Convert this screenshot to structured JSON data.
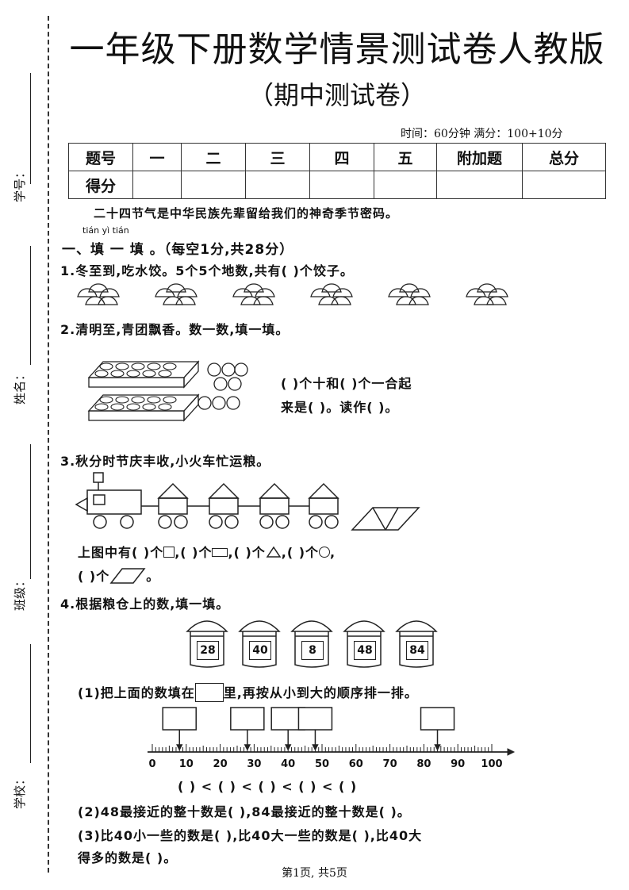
{
  "header": {
    "title": "一年级下册数学情景测试卷人教版",
    "subtitle": "（期中测试卷）",
    "time_info": "时间：60分钟  满分：100+10分"
  },
  "score_table": {
    "row1": [
      "题号",
      "一",
      "二",
      "三",
      "四",
      "五",
      "附加题",
      "总分"
    ],
    "row2": [
      "得分",
      "",
      "",
      "",
      "",
      "",
      "",
      ""
    ]
  },
  "side_labels": {
    "student_no": "学号：",
    "name": "姓名：",
    "class": "班级：",
    "school": "学校："
  },
  "intro": "二十四节气是中华民族先辈留给我们的神奇季节密码。",
  "section1": {
    "pinyin": "tián yì tián",
    "heading": "一、填 一 填 。（每空1分,共28分）"
  },
  "q1": {
    "text": "1.冬至到,吃水饺。5个5个地数,共有(      )个饺子。"
  },
  "q2": {
    "text": "2.清明至,青团飘香。数一数,填一填。",
    "line1": "(      )个十和(      )个一合起",
    "line2": "来是(      )。读作(          )。"
  },
  "q3": {
    "text": "3.秋分时节庆丰收,小火车忙运粮。",
    "line1_a": "上图中有(      )个",
    "line1_b": ",(      )个",
    "line1_c": ",(        )个",
    "line1_d": ",(        )个",
    "line1_e": ",",
    "line2_a": "(      )个",
    "line2_b": "。"
  },
  "q4": {
    "text": "4.根据粮仓上的数,填一填。",
    "granaries": [
      "28",
      "40",
      "8",
      "48",
      "84"
    ],
    "sub1_a": "(1)把上面的数填在",
    "sub1_b": "里,再按从小到大的顺序排一排。",
    "axis_labels": [
      "0",
      "10",
      "20",
      "30",
      "40",
      "50",
      "60",
      "70",
      "80",
      "90",
      "100"
    ],
    "order_line": "(        ) < (        ) < (        ) < (        ) < (        )",
    "sub2": "(2)48最接近的整十数是(        ),84最接近的整十数是(        )。",
    "sub3_a": "(3)比40小一些的数是(        ),比40大一些的数是(        ),比40大",
    "sub3_b": "得多的数是(        )。"
  },
  "footer": "第1页, 共5页"
}
